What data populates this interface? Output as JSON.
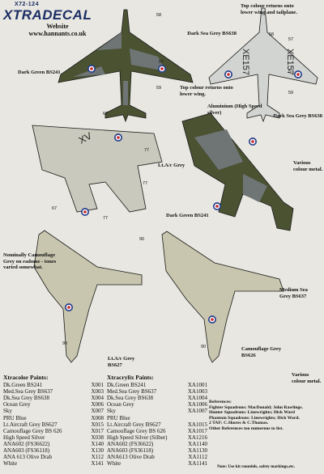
{
  "header": {
    "product_code": "X72-124",
    "brand": "XTRADECAL",
    "website_label": "Website",
    "website_url": "www.hannants.co.uk"
  },
  "callouts": {
    "dark_sea_grey_bs638_top": "Dark Sea Grey BS638",
    "top_colour_returns_right": "Top colour returns onto lower wing and tailplane.",
    "dark_green_bs241_top": "Dark Green BS241",
    "top_colour_returns_left": "Top colour returns onto lower wing.",
    "aluminium": "Aluminium (High Speed silver)",
    "dark_sea_grey_bs638_mid": "Dark Sea Grey BS638",
    "lt_ac_grey": "Lt.A/c Grey",
    "various_colour_metal_mid": "Various colour metal.",
    "dark_green_bs241_mid": "Dark Green BS241",
    "nominally_camouflage": "Nominally Camouflage Grey on radome - tones varied somewhat.",
    "medium_sea_grey": "Medium Sea Grey BS637",
    "lt_ac_grey_bs627": "Lt.A/c Grey BS627",
    "camouflage_grey_bs626": "Camouflage Grey BS626",
    "various_colour_metal_low": "Various colour metal."
  },
  "decal_numbers": [
    "58",
    "57",
    "59",
    "58",
    "57",
    "57",
    "59",
    "67",
    "77",
    "77",
    "67",
    "77",
    "90",
    "90",
    "90"
  ],
  "xtracolor": {
    "heading": "Xtracolor Paints:",
    "rows": [
      {
        "name": "Dk.Green BS241",
        "code": "X001"
      },
      {
        "name": "Med.Sea Grey BS637",
        "code": "X003"
      },
      {
        "name": "Dk.Sea Grey BS638",
        "code": "X004"
      },
      {
        "name": "Ocean Grey",
        "code": "X006"
      },
      {
        "name": "Sky",
        "code": "X007"
      },
      {
        "name": "PRU Blue",
        "code": "X008"
      },
      {
        "name": "Lt.Aircraft Grey BS627",
        "code": "X015"
      },
      {
        "name": "Camouflage Grey BS 626",
        "code": "X017"
      },
      {
        "name": "High Speed Silver",
        "code": "X038"
      },
      {
        "name": "ANA602 (FS36622)",
        "code": "X140"
      },
      {
        "name": "ANA603 (FS36118)",
        "code": "X130"
      },
      {
        "name": "ANA 613 Olive Drab",
        "code": "X112"
      },
      {
        "name": "White",
        "code": "X141"
      }
    ]
  },
  "xtracrylix": {
    "heading": "Xtracrylix Paints:",
    "rows": [
      {
        "name": "Dk.Green BS241",
        "code": "XA1001"
      },
      {
        "name": "Med.Sea Grey BS637",
        "code": "XA1003"
      },
      {
        "name": "Dk.Sea Grey BS638",
        "code": "XA1004"
      },
      {
        "name": "Ocean Grey",
        "code": "XA1006"
      },
      {
        "name": "Sky",
        "code": "XA1007"
      },
      {
        "name": "PRU Blue",
        "code": ""
      },
      {
        "name": "Lt.Aircraft Grey BS627",
        "code": "XA1015"
      },
      {
        "name": "Camouflage Grey BS 626",
        "code": "XA1017"
      },
      {
        "name": "High Speed Silver (Silber)",
        "code": "XA1216"
      },
      {
        "name": "ANA602 (FS36622)",
        "code": "XA1140"
      },
      {
        "name": "ANA603 (FS36118)",
        "code": "XA1130"
      },
      {
        "name": "ANA613 Olive Drab",
        "code": "XA1112"
      },
      {
        "name": "White",
        "code": "XA1141"
      }
    ]
  },
  "references": {
    "heading": "References:",
    "lines": [
      "Fighter Squadrons: MacDonald; John Rawlings.",
      "Hunter Squadrons: Linewrights; Dick Ward",
      "Phantom Squadrons: Linewrights; Dick Ward.",
      "2 TAF: C.Shores & C.Thomas.",
      "Other References too numerous to list."
    ]
  },
  "note": "Note: Use kit roundels, safety markings,etc.",
  "colors": {
    "dark_green": "#4a5232",
    "dark_sea_grey": "#6f7575",
    "aluminium": "#d2d4d2",
    "light_grey": "#c9c9bd",
    "camouflage_grey": "#c8c6ae",
    "roundel_red": "#c4262b",
    "roundel_blue": "#27408b",
    "brand_blue": "#1c2e64"
  }
}
